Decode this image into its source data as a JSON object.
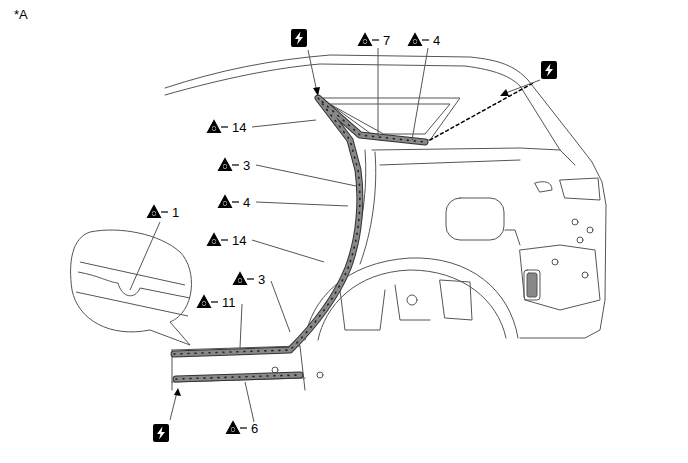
{
  "diagram": {
    "labels": [
      "*A",
      "7",
      "4",
      "14",
      "3",
      "4",
      "14",
      "3",
      "1",
      "11",
      "6"
    ]
  }
}
